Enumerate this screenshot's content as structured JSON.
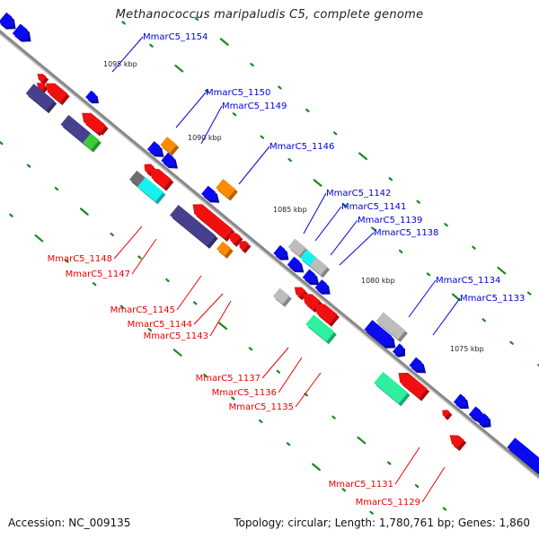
{
  "title": "Methanococcus maripaludis C5, complete genome",
  "footer": {
    "accession": "Accession: NC_009135",
    "summary": "Topology: circular; Length: 1,780,761 bp; Genes: 1,860"
  },
  "colors": {
    "forward_label": "#0000dd",
    "reverse_label": "#ee0000",
    "backbone": "#888888",
    "tick": "#1a8a1a"
  },
  "scale_labels": [
    "1095 kbp",
    "1090 kbp",
    "1085 kbp",
    "1080 kbp",
    "1075 kbp"
  ],
  "forward_gene_labels": [
    "MmarC5_1154",
    "MmarC5_1150",
    "MmarC5_1149",
    "MmarC5_1146",
    "MmarC5_1142",
    "MmarC5_1141",
    "MmarC5_1139",
    "MmarC5_1138",
    "MmarC5_1134",
    "MmarC5_1133"
  ],
  "reverse_gene_labels": [
    "MmarC5_1148",
    "MmarC5_1147",
    "MmarC5_1145",
    "MmarC5_1144",
    "MmarC5_1143",
    "MmarC5_1137",
    "MmarC5_1136",
    "MmarC5_1135",
    "MmarC5_1131",
    "MmarC5_1129"
  ],
  "feature_colors": {
    "blue": "#0a0af0",
    "red": "#f01010",
    "orange": "#ff8c00",
    "gray": "#bdbdbd",
    "darkgray": "#6e6e6e",
    "cyan": "#19f0f0",
    "navy": "#47408e",
    "green": "#3ccc3c",
    "mint": "#2ef0a0"
  }
}
